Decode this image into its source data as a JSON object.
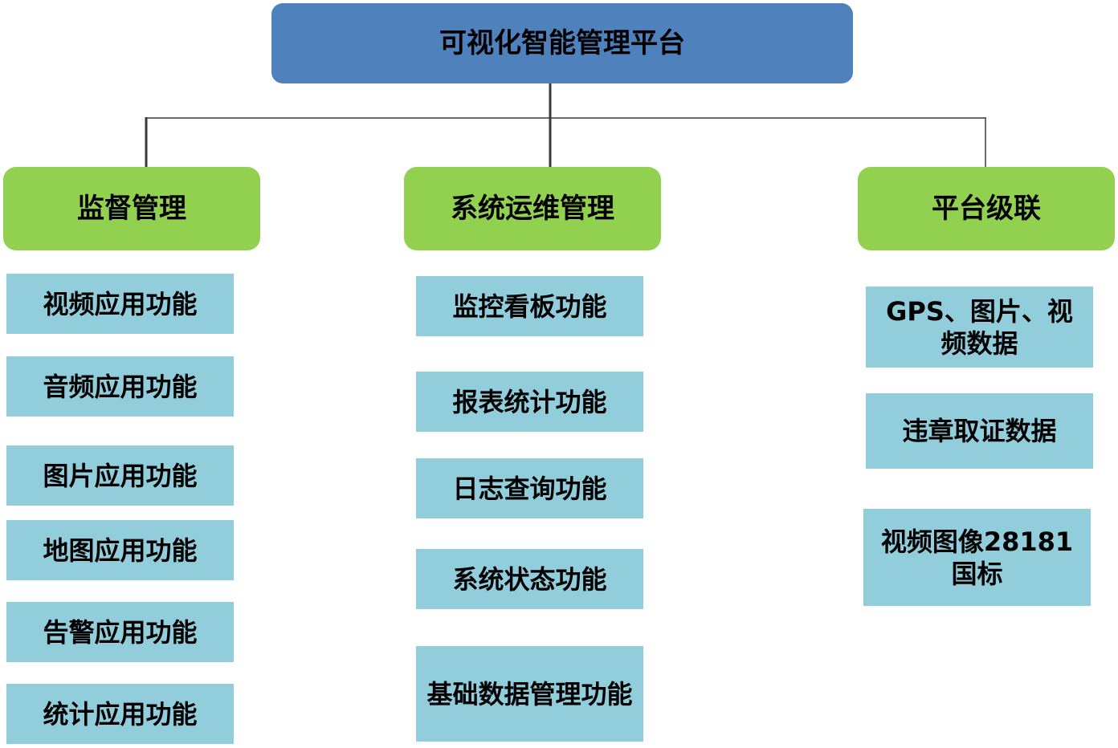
{
  "root": {
    "label": "可视化智能管理平台",
    "fill": "#4f81bd"
  },
  "categories": [
    {
      "label": "监督管理",
      "fill": "#92d050",
      "items": [
        "视频应用功能",
        "音频应用功能",
        "图片应用功能",
        "地图应用功能",
        "告警应用功能",
        "统计应用功能"
      ]
    },
    {
      "label": "系统运维管理",
      "fill": "#92d050",
      "items": [
        "监控看板功能",
        "报表统计功能",
        "日志查询功能",
        "系统状态功能",
        "基础数据管理功能"
      ]
    },
    {
      "label": "平台级联",
      "fill": "#92d050",
      "items": [
        "GPS、图片、视频数据",
        "违章取证数据",
        "视频图像28181国标"
      ]
    }
  ],
  "colors": {
    "leaf_fill": "#92cddc",
    "connector": "#3a3a3a"
  }
}
